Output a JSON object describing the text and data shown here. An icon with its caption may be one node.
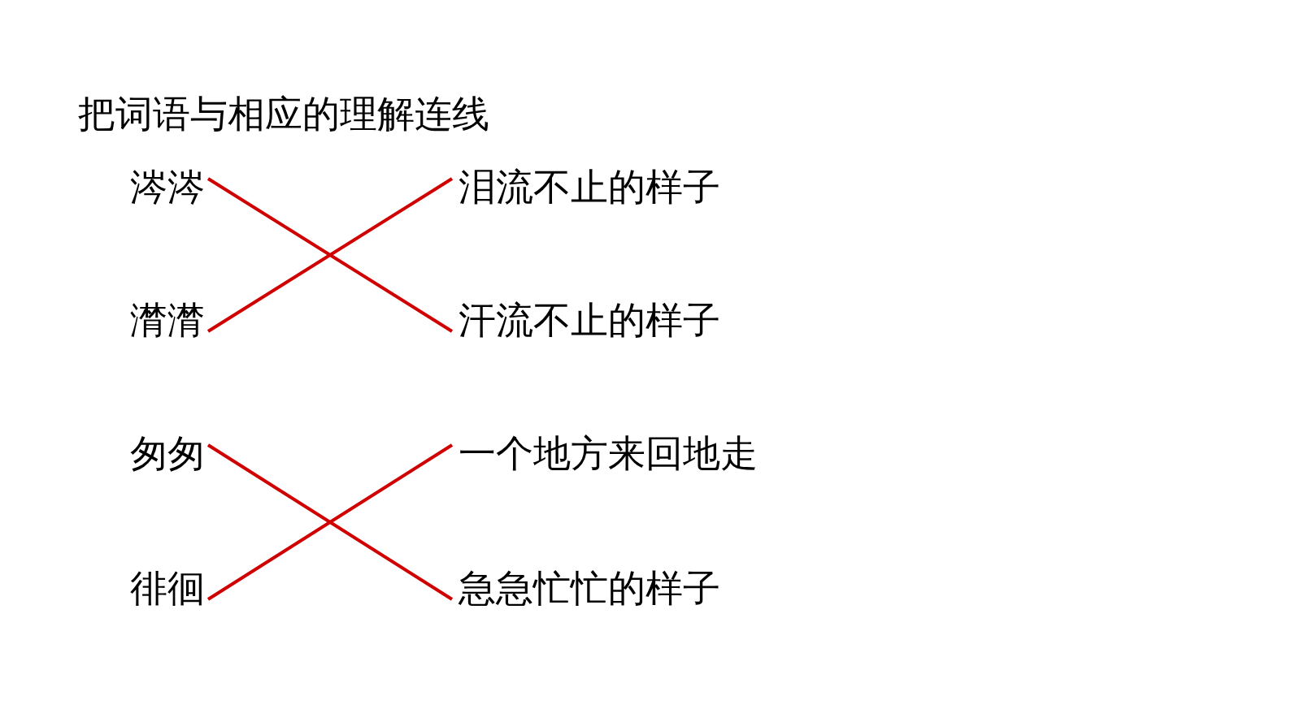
{
  "diagram": {
    "title": "把词语与相应的理解连线",
    "nodes": [
      {
        "text": [
          "涔涔"
        ]
      },
      {
        "text": [
          "泪流不止的样子"
        ]
      },
      {
        "text": [
          "潸潸"
        ]
      },
      {
        "text": [
          "汗流不止的样子"
        ]
      },
      {
        "text": [
          "匆匆"
        ]
      },
      {
        "text": [
          "一个地方来回地走"
        ]
      },
      {
        "text": [
          "徘徊"
        ]
      },
      {
        "text": [
          "急急忙忙的样子"
        ]
      }
    ],
    "edges": [
      {
        "from": 0,
        "to": 3,
        "arrow": "none"
      },
      {
        "from": 2,
        "to": 1,
        "arrow": "none"
      },
      {
        "from": 4,
        "to": 7,
        "arrow": "none"
      },
      {
        "from": 6,
        "to": 5,
        "arrow": "none"
      }
    ]
  }
}
